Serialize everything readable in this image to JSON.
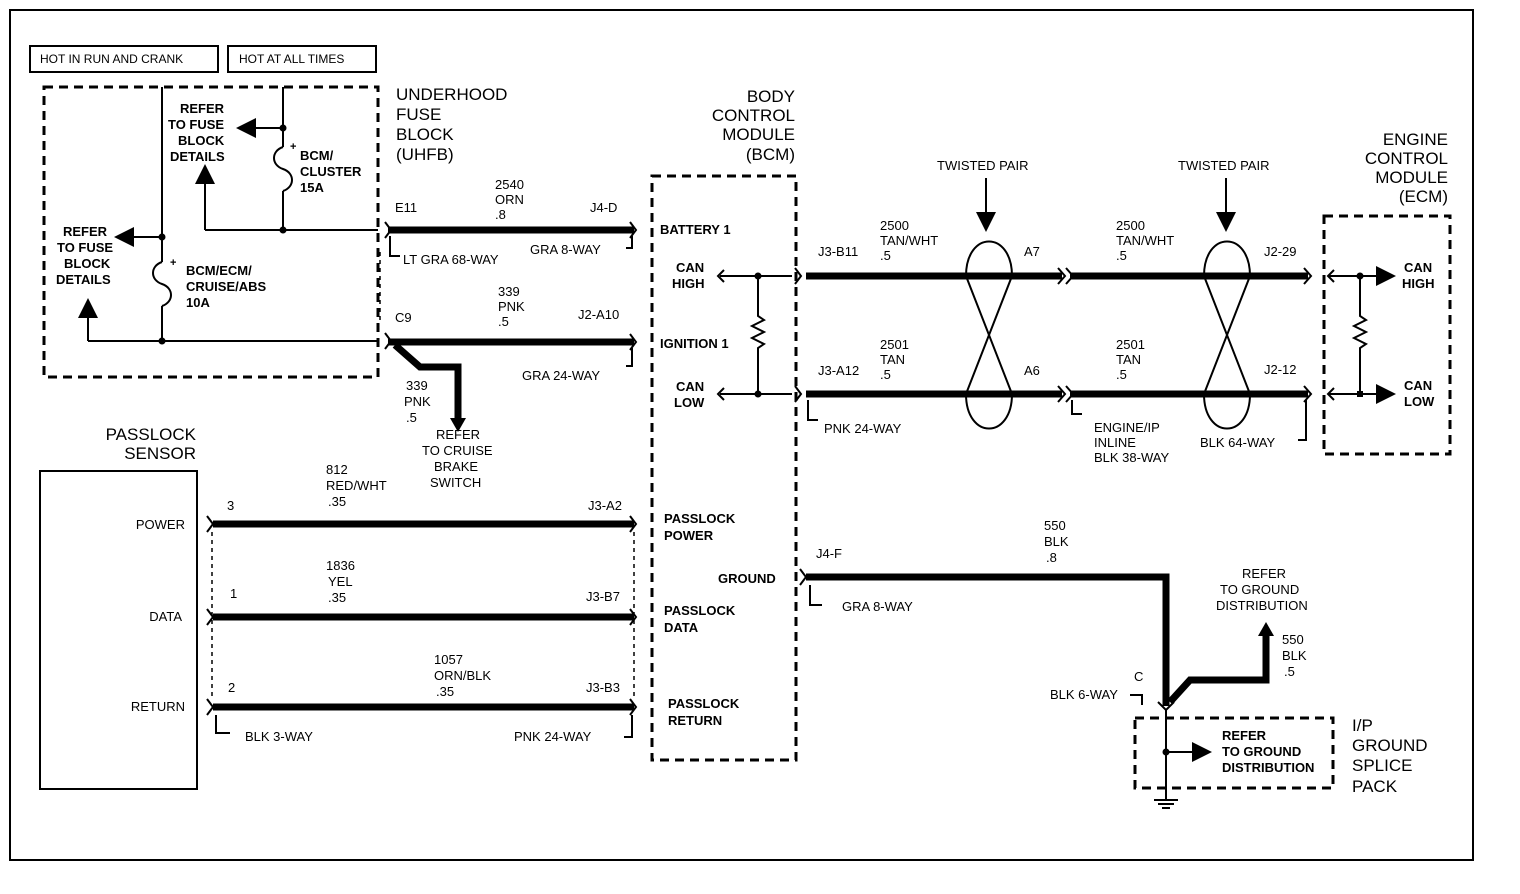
{
  "legend": {
    "hot_run_crank": "HOT IN RUN AND CRANK",
    "hot_all_times": "HOT AT ALL TIMES"
  },
  "uhfb": {
    "title": [
      "UNDERHOOD",
      "FUSE",
      "BLOCK",
      "(UHFB)"
    ],
    "refer_top": [
      "REFER",
      "TO FUSE",
      "BLOCK",
      "DETAILS"
    ],
    "refer_left": [
      "REFER",
      "TO FUSE",
      "BLOCK",
      "DETAILS"
    ],
    "fuse1": [
      "BCM/",
      "CLUSTER",
      "15A"
    ],
    "fuse2": [
      "BCM/ECM/",
      "CRUISE/ABS",
      "10A"
    ],
    "pin_e11": "E11",
    "pin_c9": "C9",
    "conn_e11": "LT GRA 68-WAY"
  },
  "circuits": {
    "c2540": [
      "2540",
      "ORN",
      ".8"
    ],
    "c339": [
      "339",
      "PNK",
      ".5"
    ],
    "c339b": [
      "339",
      "PNK",
      ".5"
    ],
    "refer_cruise": [
      "REFER",
      "TO CRUISE",
      "BRAKE",
      "SWITCH"
    ],
    "j4d": "J4-D",
    "j2a10": "J2-A10",
    "gra8way": "GRA 8-WAY",
    "gra24way": "GRA 24-WAY"
  },
  "bcm": {
    "title": [
      "BODY",
      "CONTROL",
      "MODULE",
      "(BCM)"
    ],
    "battery": "BATTERY 1",
    "can_high": [
      "CAN",
      "HIGH"
    ],
    "ignition": "IGNITION 1",
    "can_low": [
      "CAN",
      "LOW"
    ],
    "passlock_power": [
      "PASSLOCK",
      "POWER"
    ],
    "ground": "GROUND",
    "passlock_data": [
      "PASSLOCK",
      "DATA"
    ],
    "passlock_return": [
      "PASSLOCK",
      "RETURN"
    ]
  },
  "can_bus": {
    "twisted1": "TWISTED PAIR",
    "twisted2": "TWISTED PAIR",
    "j3b11": "J3-B11",
    "j3a12": "J3-A12",
    "c2500a": [
      "2500",
      "TAN/WHT",
      ".5"
    ],
    "c2501a": [
      "2501",
      "TAN",
      ".5"
    ],
    "a7": "A7",
    "a6": "A6",
    "c2500b": [
      "2500",
      "TAN/WHT",
      ".5"
    ],
    "c2501b": [
      "2501",
      "TAN",
      ".5"
    ],
    "j229": "J2-29",
    "j212": "J2-12",
    "pnk24": "PNK 24-WAY",
    "inline": [
      "ENGINE/IP",
      "INLINE",
      "BLK 38-WAY"
    ],
    "blk64": "BLK 64-WAY"
  },
  "ecm": {
    "title": [
      "ENGINE",
      "CONTROL",
      "MODULE",
      "(ECM)"
    ],
    "can_high": [
      "CAN",
      "HIGH"
    ],
    "can_low": [
      "CAN",
      "LOW"
    ]
  },
  "passlock": {
    "title": [
      "PASSLOCK",
      "SENSOR"
    ],
    "power": "POWER",
    "data": "DATA",
    "return": "RETURN",
    "pin3": "3",
    "pin1": "1",
    "pin2": "2",
    "c812": [
      "812",
      "RED/WHT",
      ".35"
    ],
    "c1836": [
      "1836",
      "YEL",
      ".35"
    ],
    "c1057": [
      "1057",
      "ORN/BLK",
      ".35"
    ],
    "j3a2": "J3-A2",
    "j3b7": "J3-B7",
    "j3b3": "J3-B3",
    "blk3": "BLK 3-WAY",
    "pnk24": "PNK 24-WAY"
  },
  "ground": {
    "j4f": "J4-F",
    "c550": [
      "550",
      "BLK",
      ".8"
    ],
    "gra8": "GRA 8-WAY",
    "refer_gnd": [
      "REFER",
      "TO GROUND",
      "DISTRIBUTION"
    ],
    "c550b": [
      "550",
      "BLK",
      ".5"
    ],
    "pin_c": "C",
    "blk6": "BLK 6-WAY",
    "refer_gnd2": [
      "REFER",
      "TO GROUND",
      "DISTRIBUTION"
    ],
    "ip_title": [
      "I/P",
      "GROUND",
      "SPLICE",
      "PACK"
    ]
  }
}
